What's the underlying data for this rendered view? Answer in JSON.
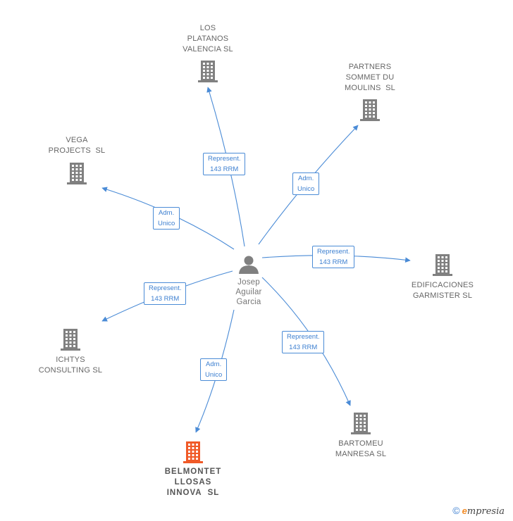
{
  "person": {
    "name": "Josep\nAguilar\nGarcia",
    "icon": "person-icon"
  },
  "companies": [
    {
      "id": "los-platanos",
      "name": "LOS\nPLATANOS\nVALENCIA SL",
      "highlight": false
    },
    {
      "id": "partners-sommet",
      "name": "PARTNERS\nSOMMET DU\nMOULINS  SL",
      "highlight": false
    },
    {
      "id": "vega-projects",
      "name": "VEGA\nPROJECTS  SL",
      "highlight": false
    },
    {
      "id": "edificaciones",
      "name": "EDIFICACIONES\nGARMISTER SL",
      "highlight": false
    },
    {
      "id": "ichtys",
      "name": "ICHTYS\nCONSULTING SL",
      "highlight": false
    },
    {
      "id": "bartomeu",
      "name": "BARTOMEU\nMANRESA SL",
      "highlight": false
    },
    {
      "id": "belmontet",
      "name": "BELMONTET\nLLOSAS\nINNOVA  SL",
      "highlight": true
    }
  ],
  "edges": [
    {
      "to": "los-platanos",
      "label": "Represent.\n143 RRM"
    },
    {
      "to": "partners-sommet",
      "label": "Adm.\nUnico"
    },
    {
      "to": "vega-projects",
      "label": "Adm.\nUnico"
    },
    {
      "to": "edificaciones",
      "label": "Represent.\n143 RRM"
    },
    {
      "to": "ichtys",
      "label": "Represent.\n143 RRM"
    },
    {
      "to": "bartomeu",
      "label": "Represent.\n143 RRM"
    },
    {
      "to": "belmontet",
      "label": "Adm.\nUnico"
    }
  ],
  "colors": {
    "edge": "#4a8bd6",
    "building": "#808080",
    "building_highlight": "#f05a28"
  },
  "brand": {
    "copyright": "©",
    "first_letter": "e",
    "rest": "mpresia"
  }
}
